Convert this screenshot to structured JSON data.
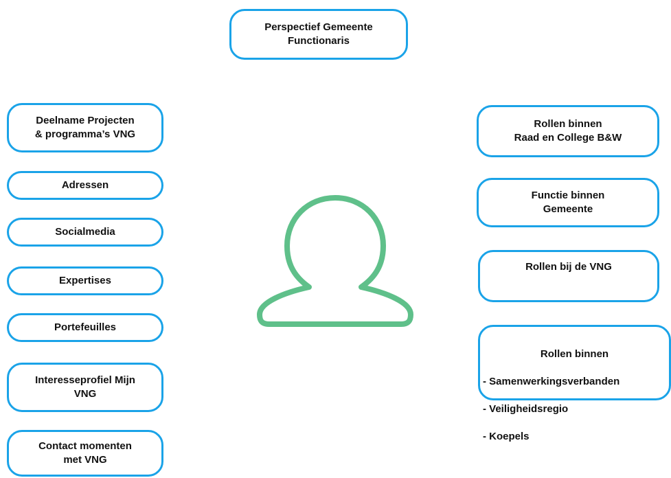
{
  "colors": {
    "box_border": "#1aa3e8",
    "person_stroke": "#5fc08a",
    "text": "#111111"
  },
  "diagram": {
    "top": "Perspectief Gemeente\nFunctionaris",
    "left": [
      "Deelname Projecten\n& programma’s VNG",
      "Adressen",
      "Socialmedia",
      "Expertises",
      "Portefeuilles",
      "Interesseprofiel Mijn\nVNG",
      "Contact momenten\nmet VNG"
    ],
    "right": {
      "raad_college": "Rollen binnen\nRaad  en College B&W",
      "functie": "Functie binnen\nGemeente",
      "rollen_vng": "Rollen bij de VNG",
      "rollen_binnen": {
        "heading": "Rollen binnen",
        "items": [
          "- Samenwerkingsverbanden",
          "- Veiligheidsregio",
          "- Koepels"
        ]
      }
    },
    "center_icon": "person-icon"
  }
}
